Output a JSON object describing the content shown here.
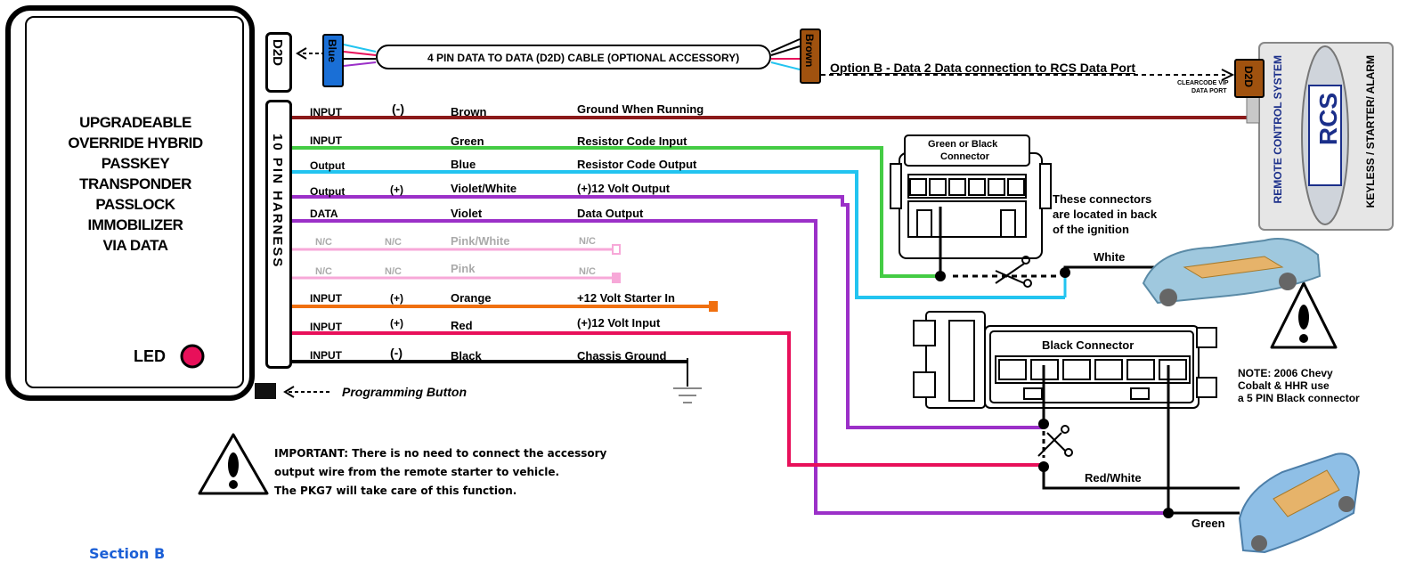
{
  "module": {
    "lines": [
      "UPGRADEABLE",
      "OVERRIDE HYBRID",
      "PASSKEY",
      "TRANSPONDER",
      "PASSLOCK",
      "IMMOBILIZER",
      "VIA DATA"
    ],
    "led_label": "LED",
    "programming_button": "Programming Button"
  },
  "d2d": {
    "label": "D2D",
    "cable_label": "4 PIN DATA TO DATA (D2D) CABLE (OPTIONAL ACCESSORY)",
    "left_connector": "Blue",
    "right_connector": "Brown",
    "option_b": "Option B - Data 2 Data connection to RCS Data Port",
    "data_port_label_1": "CLEARCODE VIP",
    "data_port_label_2": "DATA PORT",
    "rcs_port": "D2D"
  },
  "harness": {
    "label": "10 PIN HARNESS",
    "wires": [
      {
        "type": "INPUT",
        "polarity": "(-)",
        "color_name": "Brown",
        "function": "Ground When Running",
        "color": "#8b1a1a"
      },
      {
        "type": "INPUT",
        "polarity": "",
        "color_name": "Green",
        "function": "Resistor Code Input",
        "color": "#44cc44"
      },
      {
        "type": "Output",
        "polarity": "",
        "color_name": "Blue",
        "function": "Resistor Code Output",
        "color": "#22c4f0"
      },
      {
        "type": "Output",
        "polarity": "(+)",
        "color_name": "Violet/White",
        "function": "(+)12 Volt Output",
        "color": "#9b30c8"
      },
      {
        "type": "DATA",
        "polarity": "",
        "color_name": "Violet",
        "function": "Data Output",
        "color": "#9b30c8"
      },
      {
        "type": "N/C",
        "polarity": "N/C",
        "color_name": "Pink/White",
        "function": "N/C",
        "color": "#f7a8d8"
      },
      {
        "type": "N/C",
        "polarity": "N/C",
        "color_name": "Pink",
        "function": "N/C",
        "color": "#f7a8d8"
      },
      {
        "type": "INPUT",
        "polarity": "(+)",
        "color_name": "Orange",
        "function": "+12 Volt Starter In",
        "color": "#f07010"
      },
      {
        "type": "INPUT",
        "polarity": "(+)",
        "color_name": "Red",
        "function": "(+)12 Volt Input",
        "color": "#e8105a"
      },
      {
        "type": "INPUT",
        "polarity": "(-)",
        "color_name": "Black",
        "function": "Chassis Ground",
        "color": "#000000"
      }
    ]
  },
  "rcs": {
    "side_text_1": "REMOTE CONTROL SYSTEM",
    "center": "RCS",
    "side_text_2": "KEYLESS / STARTER/ ALARM"
  },
  "connectors": {
    "green_black_1": "Green or Black",
    "green_black_2": "Connector",
    "location_1": "These connectors",
    "location_2": "are located in back",
    "location_3": "of the ignition",
    "white_label": "White",
    "black_connector": "Black Connector",
    "red_white_label": "Red/White",
    "green_label": "Green"
  },
  "note": {
    "line1": "NOTE: 2006 Chevy",
    "line2": "Cobalt & HHR use",
    "line3": "a 5 PIN Black connector"
  },
  "important": {
    "line1": "IMPORTANT: There is no need to connect the accessory",
    "line2": "output wire from the remote starter to vehicle.",
    "line3": "The PKG7 will take care of this function."
  },
  "section": "Section B"
}
